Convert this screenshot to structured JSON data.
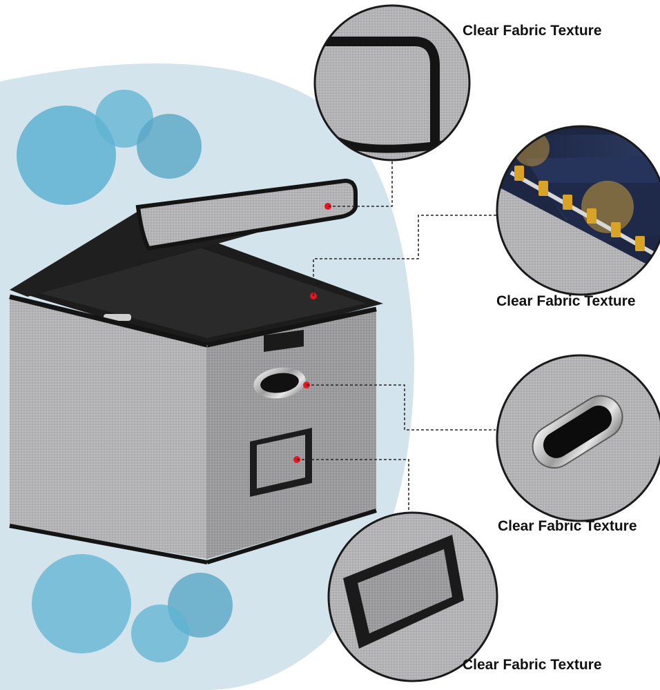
{
  "product": {
    "name": "fabric file storage box with lid",
    "colors": {
      "fabric": "#b4b4b6",
      "trim": "#141414",
      "backdrop": "#d3e4ec",
      "bubble": "#5fb3d3",
      "marker": "#e8141e"
    }
  },
  "callouts": [
    {
      "label": "Clear Fabric Texture",
      "detail": "lid edge"
    },
    {
      "label": "Clear Fabric Texture",
      "detail": "hanging file rails"
    },
    {
      "label": "Clear Fabric Texture",
      "detail": "metal grommet handle"
    },
    {
      "label": "Clear Fabric Texture",
      "detail": "label holder"
    }
  ]
}
